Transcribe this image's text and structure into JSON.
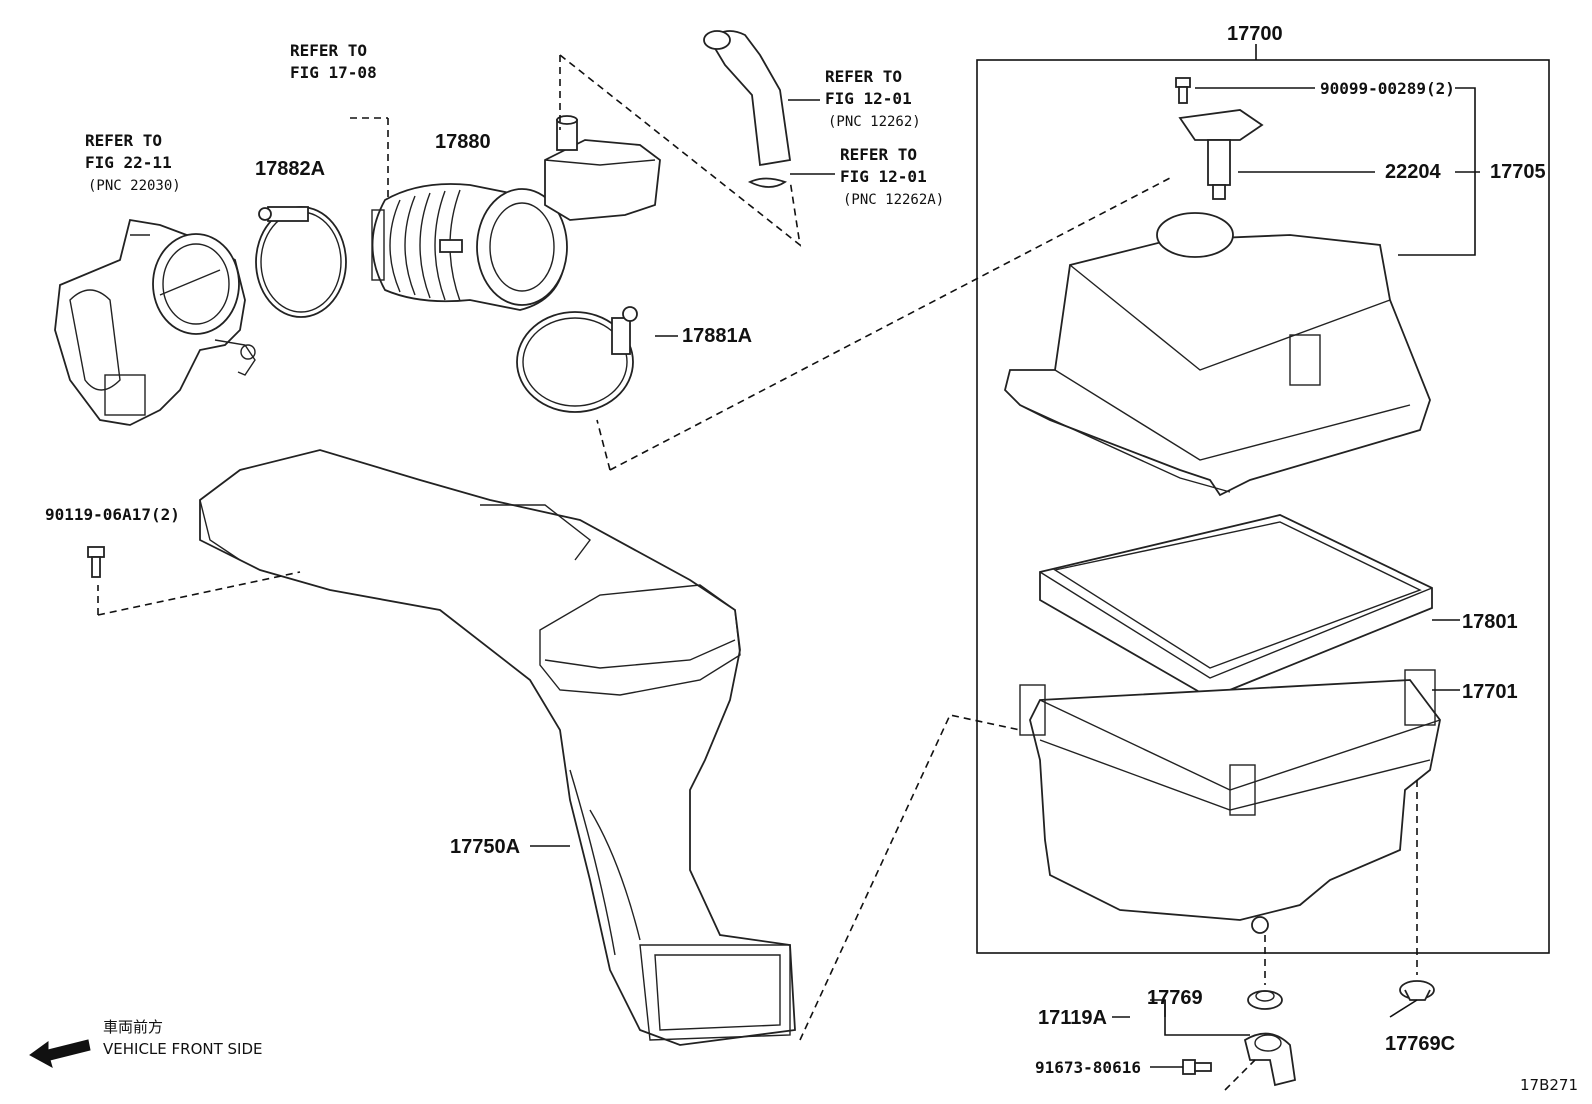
{
  "diagram": {
    "box_label": "17700",
    "part_numbers": {
      "p17880": "17880",
      "p17882A": "17882A",
      "p17881A": "17881A",
      "p17750A": "17750A",
      "p90119": "90119-06A17(2)",
      "p90099": "90099-00289(2)",
      "p22204": "22204",
      "p17705": "17705",
      "p17801": "17801",
      "p17701": "17701",
      "p17769": "17769",
      "p17119A": "17119A",
      "p91673": "91673-80616",
      "p17769C": "17769C"
    },
    "refs": {
      "fig1708": {
        "line1": "REFER TO",
        "line2": "FIG 17-08"
      },
      "fig2211": {
        "line1": "REFER TO",
        "line2": "FIG 22-11",
        "line3": "(PNC 22030)"
      },
      "fig1201a": {
        "line1": "REFER TO",
        "line2": "FIG 12-01",
        "line3": "(PNC 12262)"
      },
      "fig1201b": {
        "line1": "REFER TO",
        "line2": "FIG 12-01",
        "line3": "(PNC 12262A)"
      }
    },
    "front": {
      "jp": "車両前方",
      "en": "VEHICLE FRONT SIDE"
    },
    "code": "17B271"
  }
}
